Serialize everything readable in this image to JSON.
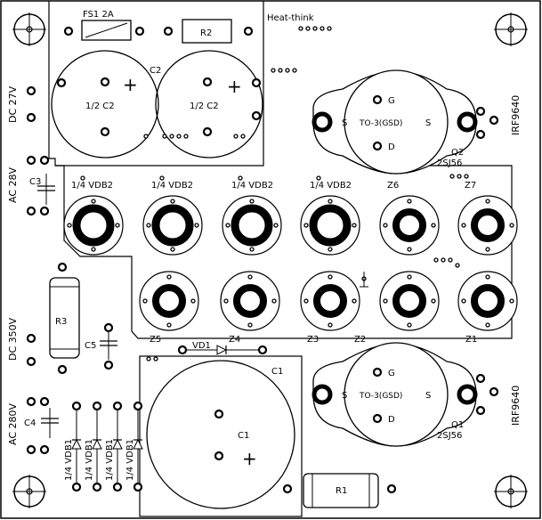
{
  "board": {
    "fuse_label": "FS1 2A",
    "heatsink_label": "Heat-think",
    "r2_label": "R2",
    "c2_label": "C2",
    "c2_half_left": "1/2 C2",
    "c2_half_right": "1/2 C2",
    "dc27_label": "DC 27V",
    "ac28_label": "AC 28V",
    "c3_label": "C3",
    "dc350_label": "DC 350V",
    "r3_label": "R3",
    "c5_label": "C5",
    "ac280_label": "AC 280V",
    "c4_label": "C4",
    "vdb2_labels": [
      "1/4 VDB2",
      "1/4 VDB2",
      "1/4 VDB2",
      "1/4 VDB2"
    ],
    "z_top_labels": [
      "Z6",
      "Z7"
    ],
    "z_bottom_labels": [
      "Z5",
      "Z4",
      "Z3",
      "Z2",
      "Z1"
    ],
    "vd1_label": "VD1",
    "c1_outline_label": "C1",
    "c1_inner_label": "C1",
    "vdb1_labels": [
      "1/4 VDB1",
      "1/4 VDB1",
      "1/4 VDB1",
      "1/4 VDB1"
    ],
    "r1_label": "R1",
    "q2": {
      "pkg": "TO-3(GSD)",
      "g": "G",
      "d": "D",
      "s": "S",
      "ref": "Q2",
      "part": "2SJ56",
      "side": "IRF9640"
    },
    "q1": {
      "pkg": "TO-3(GSD)",
      "g": "G",
      "d": "D",
      "s": "S",
      "ref": "Q1",
      "part": "2SJ56",
      "side": "IRF9640"
    },
    "plus": "+"
  }
}
